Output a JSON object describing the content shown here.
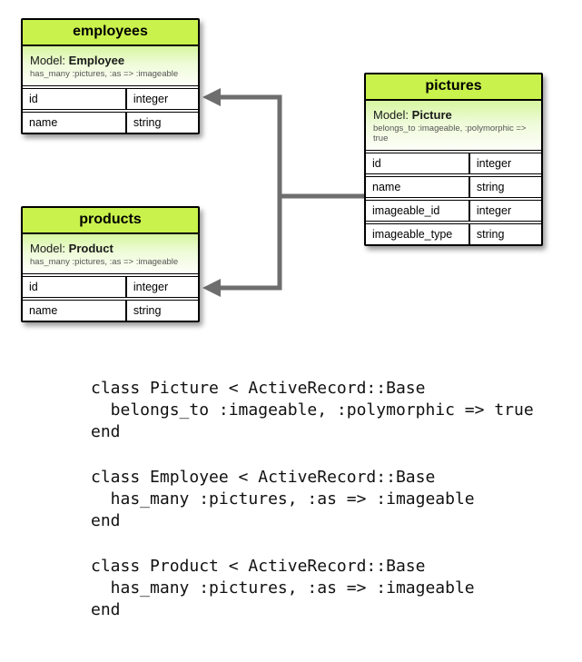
{
  "diagram": {
    "tables": [
      {
        "title": "employees",
        "model_label": "Model:",
        "model_name": "Employee",
        "association": "has_many :pictures, :as => :imageable",
        "columns": [
          {
            "name": "id",
            "type": "integer"
          },
          {
            "name": "name",
            "type": "string"
          }
        ]
      },
      {
        "title": "pictures",
        "model_label": "Model:",
        "model_name": "Picture",
        "association": "belongs_to :imageable, :polymorphic => true",
        "columns": [
          {
            "name": "id",
            "type": "integer"
          },
          {
            "name": "name",
            "type": "string"
          },
          {
            "name": "imageable_id",
            "type": "integer"
          },
          {
            "name": "imageable_type",
            "type": "string"
          }
        ]
      },
      {
        "title": "products",
        "model_label": "Model:",
        "model_name": "Product",
        "association": "has_many :pictures, :as => :imageable",
        "columns": [
          {
            "name": "id",
            "type": "integer"
          },
          {
            "name": "name",
            "type": "string"
          }
        ]
      }
    ],
    "colors": {
      "header_green": "#c9f24c",
      "model_gradient_top": "#d7f6a0",
      "connector_gray": "#6e6e6e"
    }
  },
  "code": {
    "blocks": [
      {
        "lines": [
          "class Picture < ActiveRecord::Base",
          "  belongs_to :imageable, :polymorphic => true",
          "end"
        ]
      },
      {
        "lines": [
          "class Employee < ActiveRecord::Base",
          "  has_many :pictures, :as => :imageable",
          "end"
        ]
      },
      {
        "lines": [
          "class Product < ActiveRecord::Base",
          "  has_many :pictures, :as => :imageable",
          "end"
        ]
      }
    ]
  }
}
